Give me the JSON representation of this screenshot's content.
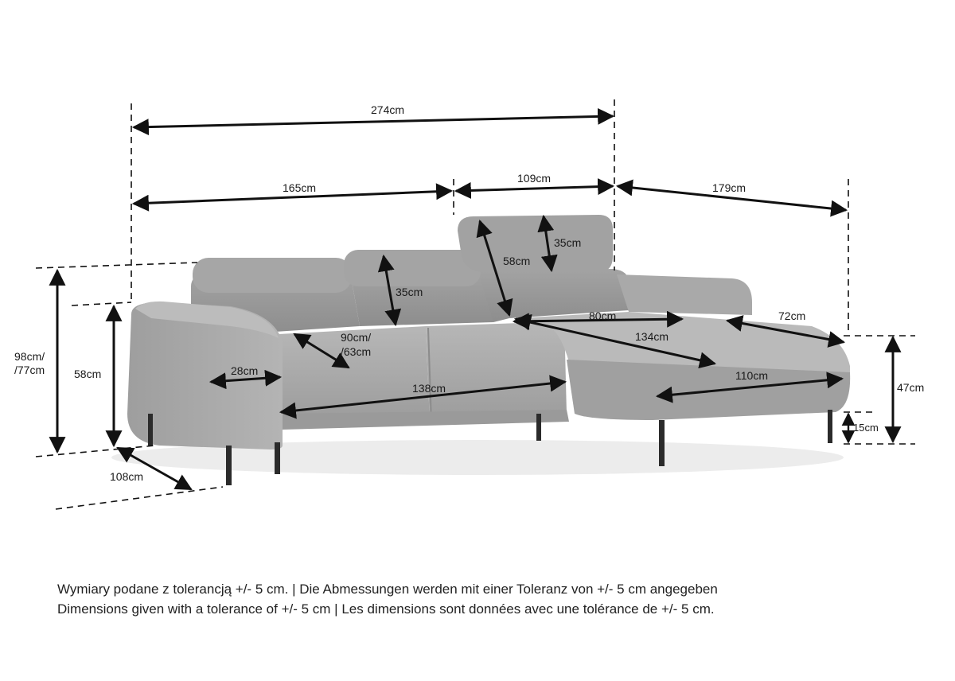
{
  "dimensions": {
    "total_width": "274cm",
    "sofa_width": "165cm",
    "corner_width": "109cm",
    "chaise_length": "179cm",
    "total_height_line1": "98cm/",
    "total_height_line2": "/77cm",
    "armrest_height": "58cm",
    "depth": "108cm",
    "armrest_width": "28cm",
    "seat_depth_line1": "90cm/",
    "seat_depth_line2": "/63cm",
    "seat_width": "138cm",
    "headrest_height_1": "35cm",
    "headrest_height_2": "35cm",
    "back_height": "58cm",
    "chaise_inner_80": "80cm",
    "chaise_diag_134": "134cm",
    "chaise_depth_72": "72cm",
    "chaise_front_110": "110cm",
    "seat_height": "47cm",
    "leg_height": "15cm"
  },
  "notes": {
    "line1": "Wymiary podane z tolerancją +/- 5 cm. | Die Abmessungen werden mit einer Toleranz von +/- 5 cm angegeben",
    "line2": "Dimensions given with a tolerance of +/- 5 cm | Les dimensions sont données avec une tolérance de +/- 5 cm."
  },
  "colors": {
    "fabric": "#a9a9a9",
    "fabric_dark": "#8f8f8f",
    "fabric_light": "#bdbdbd",
    "legs": "#2b2b2b",
    "lines": "#111111"
  }
}
